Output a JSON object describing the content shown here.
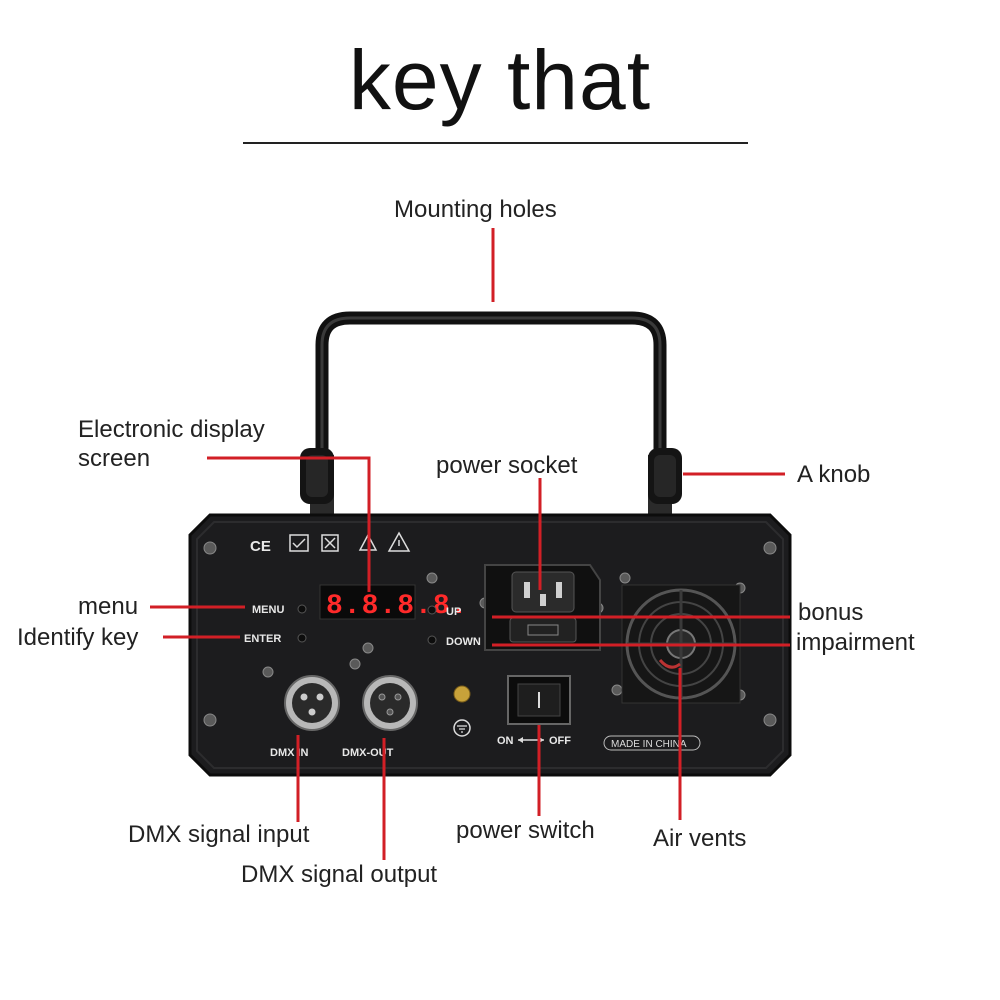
{
  "title": "key that",
  "labels": {
    "mounting_holes": "Mounting holes",
    "display_screen": "Electronic display screen",
    "power_socket": "power socket",
    "knob": "A knob",
    "menu": "menu",
    "identify_key": "Identify key",
    "bonus": "bonus",
    "impairment": "impairment",
    "dmx_input": "DMX signal input",
    "dmx_output": "DMX signal output",
    "power_switch": "power switch",
    "air_vents": "Air vents"
  },
  "panel": {
    "menu_key": "MENU",
    "enter_key": "ENTER",
    "up_key": "UP",
    "down_key": "DOWN",
    "display_readout": "8.8.8.8.",
    "dmx_in": "DMX IN",
    "dmx_out": "DMX-OUT",
    "switch_on": "ON",
    "switch_off": "OFF",
    "made_in": "MADE IN CHINA",
    "cert_ce": "CE"
  },
  "colors": {
    "callout_line": "#d21f26",
    "panel_body": "#1c1c1e",
    "display_digits": "#ff2a2a"
  }
}
